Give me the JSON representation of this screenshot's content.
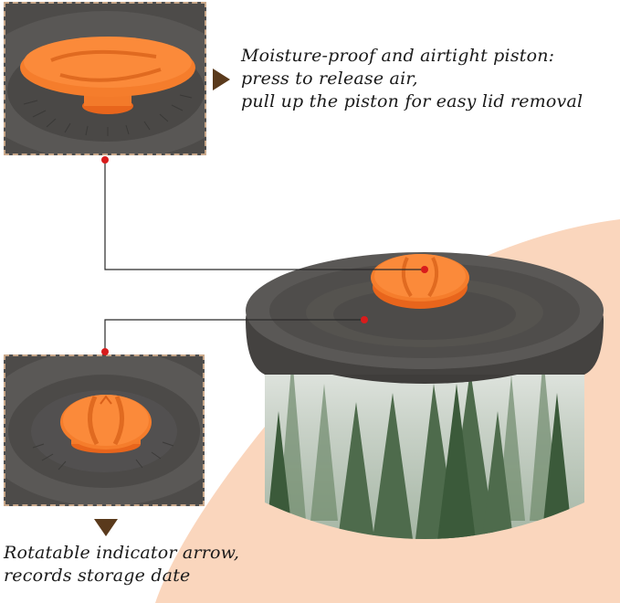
{
  "captions": {
    "top": {
      "line1": "Moisture-proof and airtight piston:",
      "line2": "press to release air,",
      "line3": "pull up the piston for easy lid removal"
    },
    "bottom": {
      "line1": "Rotatable indicator arrow,",
      "line2": "records storage date"
    }
  },
  "colors": {
    "accent_orange": "#f47a2a",
    "lid_gray": "#4a4744",
    "peach_background": "#fad6bd",
    "inset_border": "#c9a88a",
    "arrow_brown": "#5a3a1c",
    "connector_red": "#d81c1c"
  }
}
